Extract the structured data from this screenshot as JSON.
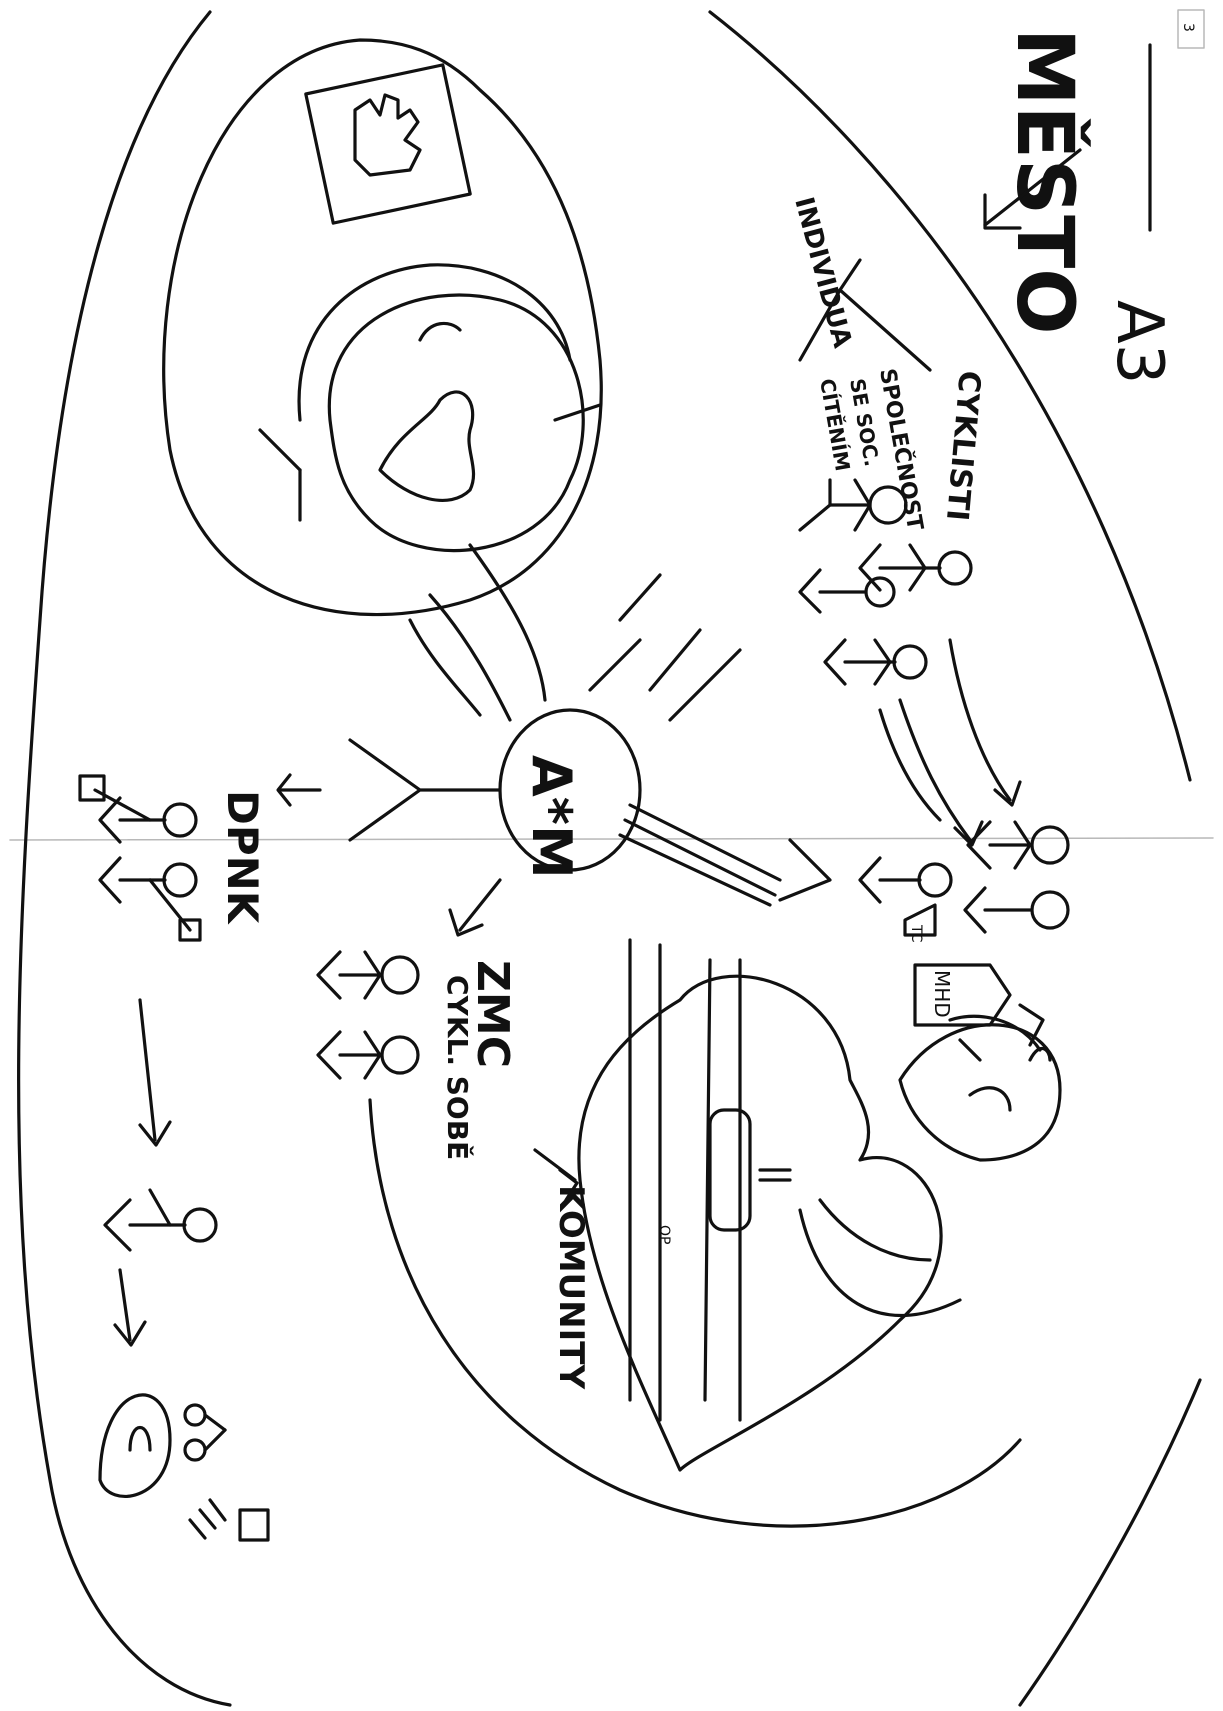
{
  "sheet": {
    "label_a3": "A3",
    "corner_mark": "3"
  },
  "zones": {
    "city": {
      "title": "MĚSTO",
      "branch_individual": "INDIVIDUA",
      "branch_cyclist": "CYKLISTI",
      "branch_society": "SPOLEČNOST",
      "branch_society_sub1": "SE SOC.",
      "branch_society_sub2": "CÍTĚNÍM"
    },
    "hub": {
      "label": "A*M"
    },
    "dpnk": {
      "label": "DPNK"
    },
    "zmc": {
      "label": "ZMC",
      "sub_label": "CYKL. SOBĚ"
    },
    "community": {
      "label": "KOMUNITY"
    },
    "signs": {
      "mhd": "MHD",
      "house": "TC",
      "road_label": "OP"
    }
  },
  "colors": {
    "ink": "#111111",
    "paper": "#ffffff"
  },
  "icon_names": [
    "hand-sign-icon",
    "brain-icon",
    "stick-figure-icon",
    "heart-icon",
    "house-icon",
    "sign-icon",
    "arrow-icon",
    "road-icon",
    "bicycle-icon"
  ]
}
